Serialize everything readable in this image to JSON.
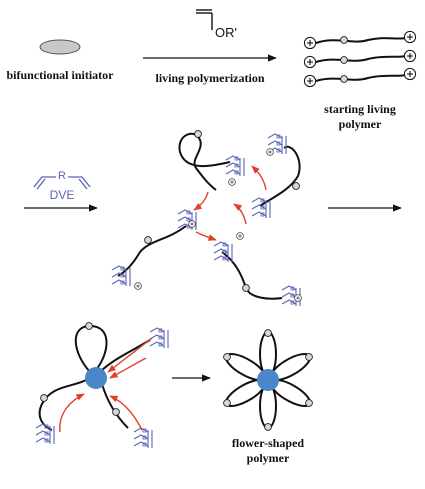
{
  "labels": {
    "initiator": "bifunctional initiator",
    "monomer_group": "OR'",
    "polymerization": "living polymerization",
    "starting_line1": "starting living",
    "starting_line2": "polymer",
    "dve_r": "R",
    "dve": "DVE",
    "flower_line1": "flower-shaped",
    "flower_line2": "polymer"
  },
  "colors": {
    "ink": "#111111",
    "linker": "#5a63b8",
    "arrow_red": "#e0402a",
    "core": "#4a86c8",
    "initiator": "#c8c8c8"
  }
}
